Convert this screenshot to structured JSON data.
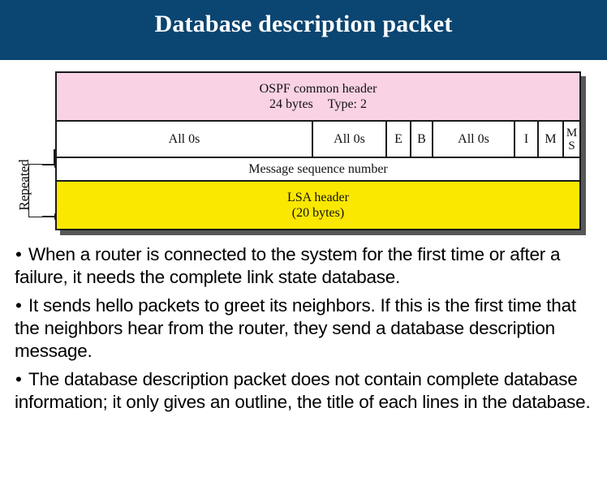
{
  "slide": {
    "title": "Database description packet",
    "title_bar_color": "#0b4571",
    "title_color": "#ffffff",
    "background_color": "#ffffff"
  },
  "diagram": {
    "name": "ospf-database-description-packet",
    "colors": {
      "header_row": "#f9d2e4",
      "lsa_row": "#fbe800",
      "plain_row": "#ffffff",
      "border": "#1a1a1a",
      "shadow": "#575757"
    },
    "rows": [
      {
        "id": "ospf-common-header",
        "line1": "OSPF common header",
        "line2_bytes": "24 bytes",
        "line2_type": "Type: 2"
      },
      {
        "id": "flags-row",
        "cells": [
          {
            "id": "all-0s-1",
            "label": "All 0s"
          },
          {
            "id": "all-0s-2",
            "label": "All 0s"
          },
          {
            "id": "e-flag",
            "label": "E"
          },
          {
            "id": "b-flag",
            "label": "B"
          },
          {
            "id": "all-0s-3",
            "label": "All 0s"
          },
          {
            "id": "i-flag",
            "label": "I"
          },
          {
            "id": "m-flag",
            "label": "M"
          },
          {
            "id": "ms-flag",
            "label_line1": "M",
            "label_line2": "S"
          }
        ]
      },
      {
        "id": "message-sequence-number",
        "label": "Message sequence number"
      },
      {
        "id": "lsa-header",
        "line1": "LSA header",
        "line2": "(20 bytes)"
      }
    ],
    "repeated_label": "Repeated"
  },
  "body": {
    "bullet_char": "•",
    "bullets": [
      "When a router is connected to the system for the first time or after a failure, it needs the complete link state database.",
      "It sends hello packets to greet its neighbors. If this is the first time that the neighbors hear from the router, they send a database description message.",
      "The database description packet does not contain complete database information; it only gives an outline, the title of each lines in the database."
    ]
  }
}
